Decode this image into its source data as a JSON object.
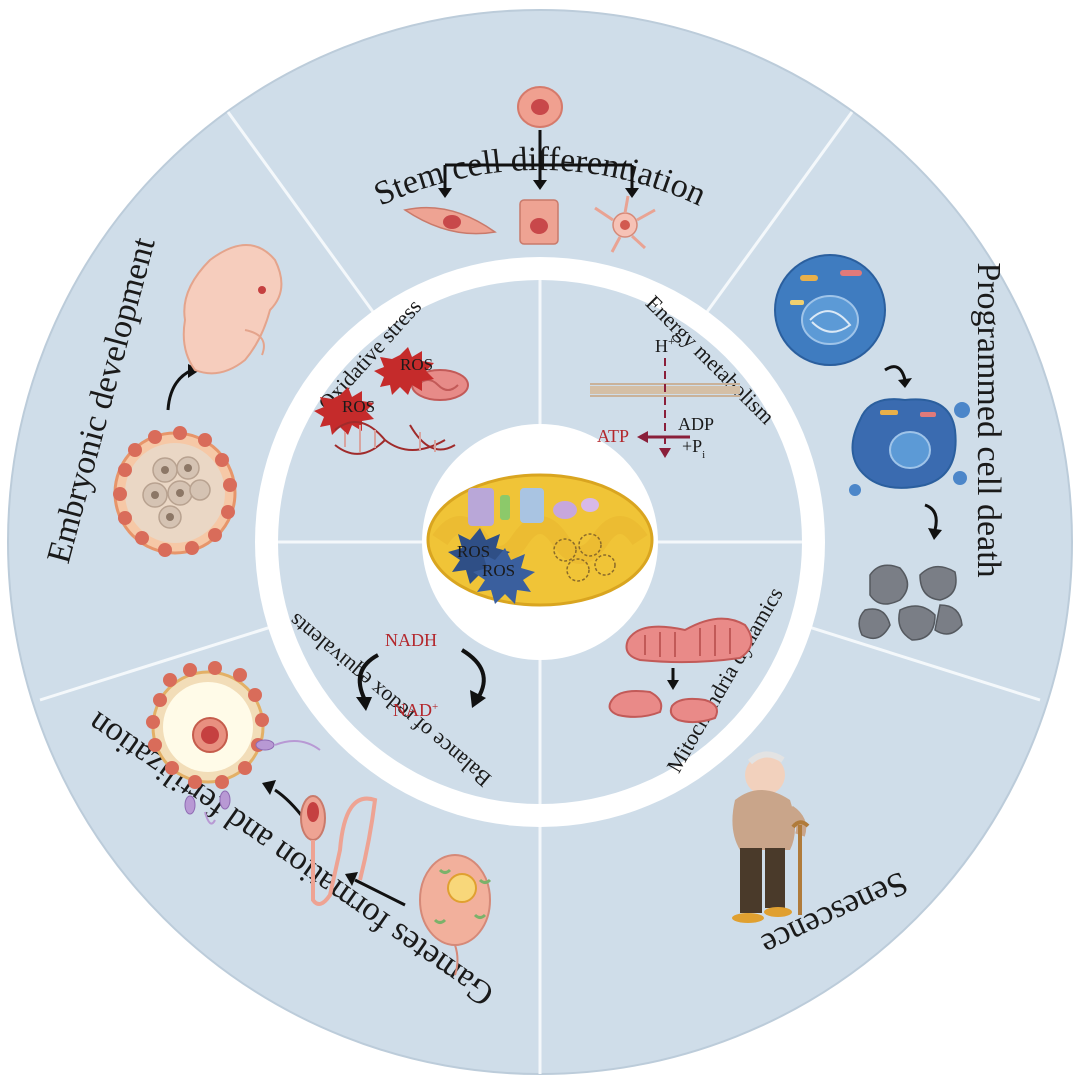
{
  "outer_sectors": {
    "stem_cell": "Stem cell differentiation",
    "programmed_death": "Programmed cell death",
    "senescence": "Senescence",
    "gametes": "Gametes formation and fertilization",
    "embryonic": "Embryonic development"
  },
  "inner_sectors": {
    "oxidative": "Oxidative stress",
    "energy": "Energy metabolism",
    "dynamics": "Mitochondria dynamics",
    "redox": "Balance of redox equivalents"
  },
  "labels": {
    "ros": "ROS",
    "h_plus": "H",
    "plus_sup": "+",
    "adp": "ADP",
    "pi_prefix": "+P",
    "pi_sub": "i",
    "atp": "ATP",
    "nadh": "NADH",
    "nad": "NAD"
  },
  "colors": {
    "outer_ring": "#cfdde9",
    "sector_line": "#ffffff",
    "inner_white": "#ffffff",
    "atp_red": "#b3262b",
    "mito_yellow": "#f1c844"
  }
}
